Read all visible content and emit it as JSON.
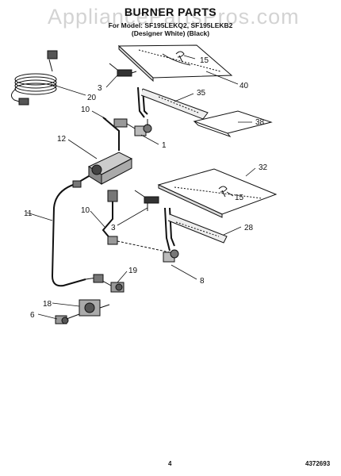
{
  "watermark": "AppliancePartsPros.com",
  "title": "BURNER PARTS",
  "subtitle_model": "For Model: SF195LEKQ2, SF195LEKB2",
  "subtitle_finish": "(Designer White) (Black)",
  "callouts": [
    "15",
    "40",
    "3",
    "35",
    "20",
    "10",
    "38",
    "1",
    "12",
    "32",
    "15",
    "11",
    "10",
    "28",
    "3",
    "8",
    "19",
    "18",
    "6"
  ],
  "footer": {
    "page_number": "4",
    "doc_number": "4372693"
  }
}
